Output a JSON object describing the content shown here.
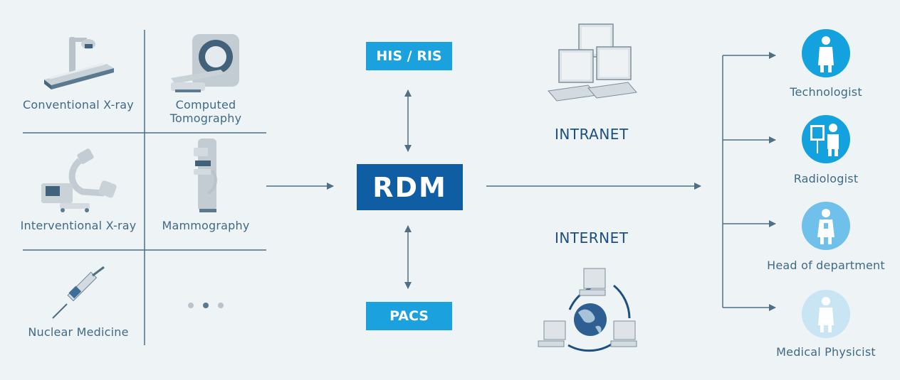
{
  "modalities": {
    "conventional_xray": "Conventional X-ray",
    "ct_line1": "Computed",
    "ct_line2": "Tomography",
    "interventional_xray": "Interventional X-ray",
    "mammography": "Mammography",
    "nuclear_medicine": "Nuclear Medicine"
  },
  "systems": {
    "his_ris": "HIS / RIS",
    "rdm": "RDM",
    "pacs": "PACS"
  },
  "networks": {
    "intranet": "INTRANET",
    "internet": "INTERNET"
  },
  "roles": {
    "technologist": "Technologist",
    "radiologist": "Radiologist",
    "head_of_department": "Head of department",
    "medical_physicist": "Medical Physicist"
  },
  "colors": {
    "background": "#eef3f6",
    "rdm_box": "#0f5da3",
    "system_box": "#1ba1de",
    "label_text": "#3f6a86",
    "network_text": "#1c4f7e",
    "connector": "#4f6f84"
  }
}
